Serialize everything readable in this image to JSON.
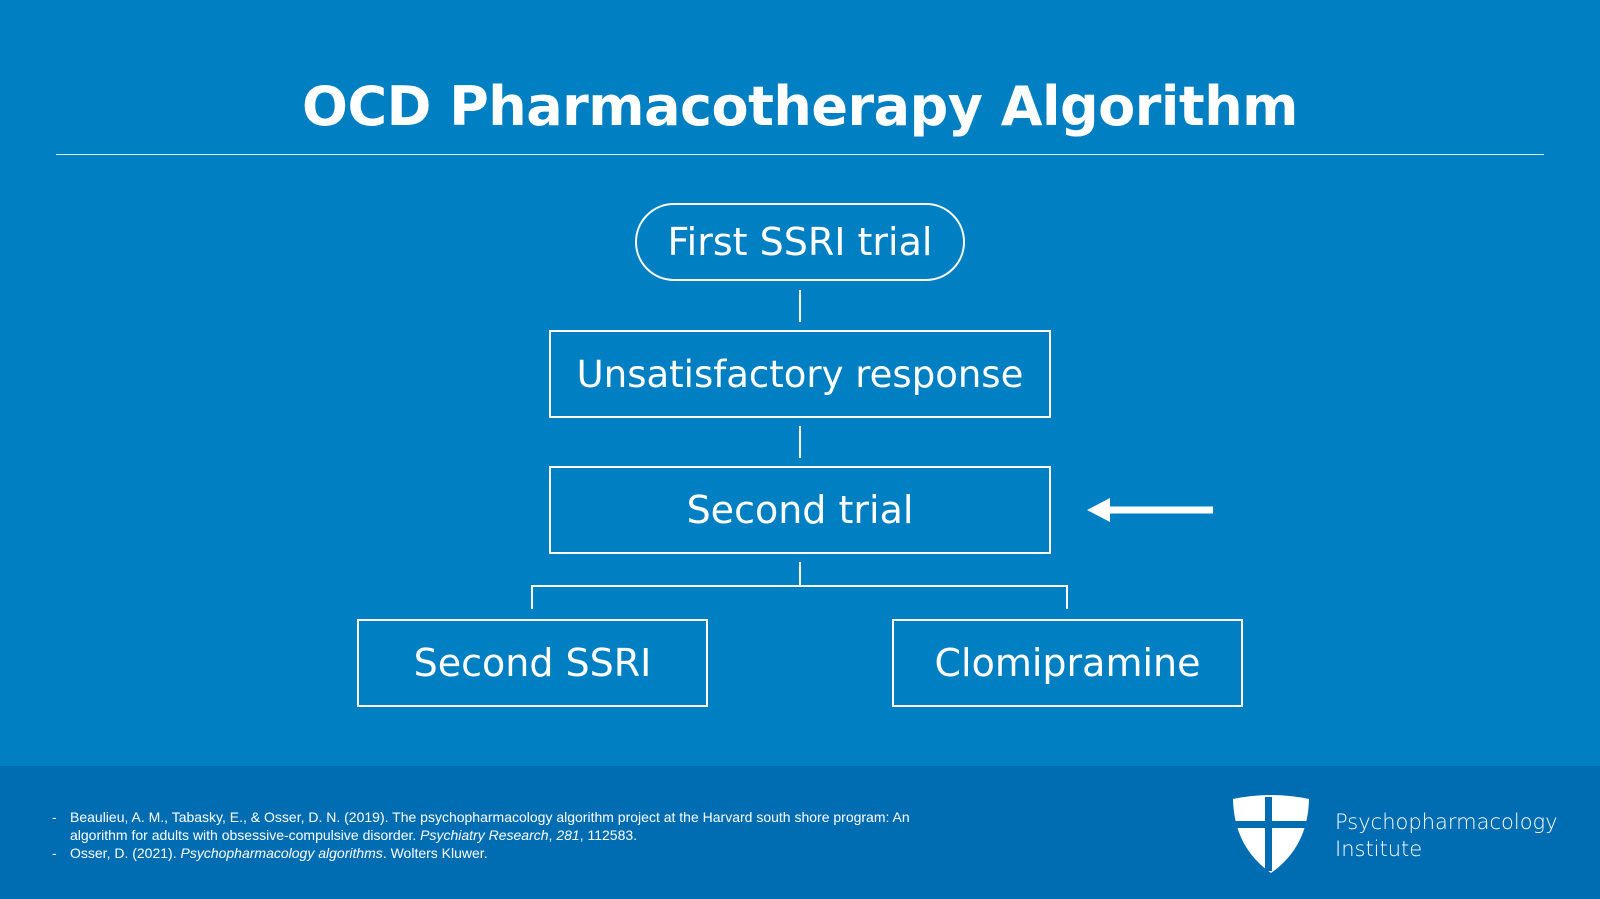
{
  "slide": {
    "title": "OCD Pharmacotherapy Algorithm"
  },
  "flowchart": {
    "nodes": {
      "first_trial": "First SSRI trial",
      "unsatisfactory": "Unsatisfactory response",
      "second_trial": "Second trial",
      "second_ssri": "Second SSRI",
      "clomipramine": "Clomipramine"
    },
    "edges": [
      [
        "First SSRI trial",
        "Unsatisfactory response"
      ],
      [
        "Unsatisfactory response",
        "Second trial"
      ],
      [
        "Second trial",
        "Second SSRI"
      ],
      [
        "Second trial",
        "Clomipramine"
      ]
    ],
    "highlight_arrow_target": "Second trial"
  },
  "references": [
    {
      "text_before": "Beaulieu, A. M., Tabasky, E., & Osser, D. N. (2019). The psychopharmacology algorithm project at the Harvard south shore program: An algorithm for adults with obsessive-compulsive disorder. ",
      "journal": "Psychiatry Research",
      "sep": ", ",
      "volume": "281",
      "text_after": ", 112583."
    },
    {
      "text_before": "Osser, D. (2021). ",
      "journal": "Psychopharmacology algorithms",
      "sep": "",
      "volume": "",
      "text_after": ". Wolters Kluwer."
    }
  ],
  "brand": {
    "line1": "Psychopharmacology",
    "line2": "Institute",
    "logo_icon": "shield-cross-icon"
  },
  "colors": {
    "background": "#0080c2",
    "footer": "#006db3",
    "foreground": "#ffffff"
  }
}
